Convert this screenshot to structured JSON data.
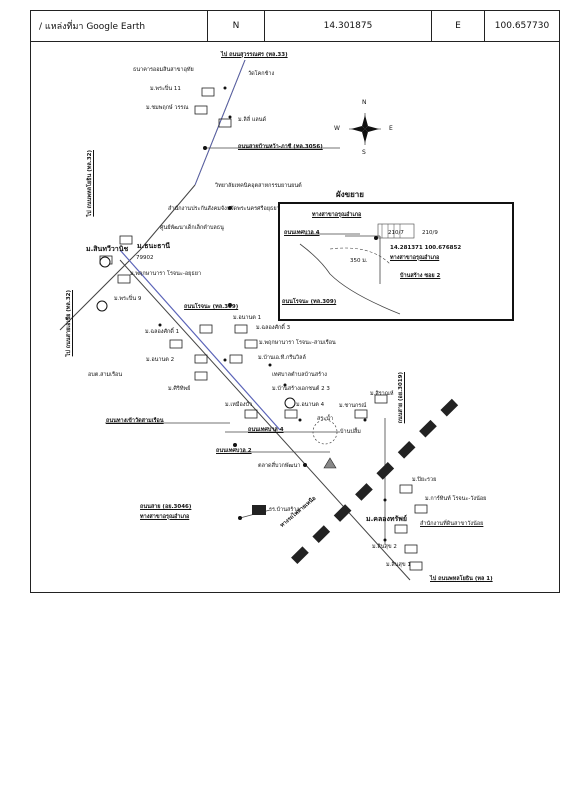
{
  "header": {
    "source_label": "/ แหล่งที่มา Google Earth",
    "n_label": "N",
    "n_value": "14.301875",
    "e_label": "E",
    "e_value": "100.657730"
  },
  "compass": {
    "n": "N",
    "s": "S",
    "e": "E",
    "w": "W"
  },
  "roads": {
    "top": "ไป ถนนสุวรรณศร (ทล.33)",
    "bantai": "ถนนสายบ้านหว้า-ภาชี (ทล.3056)",
    "left_vertical_1": "ไป ถนนพหลโยธิน (ทล.32)",
    "left_vertical_2": "ไป ถนนสายเอเชีย (ทล.32)",
    "rojana": "ถนนโรจนะ (ทล.309)",
    "wat_samruan": "ถนนทางเข้าวัดสามเรือน",
    "tesaban4": "ถนนเทศบาล 4",
    "tesaban2": "ถนนเทศบาล 2",
    "right_vertical": "ถนนสาย (อย.3019)",
    "rail": "ทางรถไฟสายเหนือ",
    "sai_3046": "ถนนสาย (อย.3046)",
    "branch_office": "ทางสาขาอรุณอำเภอ",
    "bottom": "ไป ถนนพหลโยธิน (ทล 1)"
  },
  "places": [
    {
      "name": "bank",
      "text": "ธนาคารออมสินสาขาอุทัย"
    },
    {
      "name": "wat",
      "text": "วัดโคกช้าง"
    },
    {
      "name": "village-1",
      "text": "ม.พระปิ่น 11"
    },
    {
      "name": "village-2",
      "text": "ม.ชมพฤกษ์ วรรณ"
    },
    {
      "name": "village-3",
      "text": "ม.ลิลี่ แลนด์"
    },
    {
      "name": "college",
      "text": "วิทยาลัยเทคนิคอุตสาหกรรมยานยนต์"
    },
    {
      "name": "province-office",
      "text": "สำนักงานประกันสังคมจังหวัดพระนครศรีอยุธยา"
    },
    {
      "name": "district-office",
      "text": "ศูนย์พัฒนาเด็กเล็กตำบลธนู"
    },
    {
      "name": "market",
      "text": "ม.สินทวีวานิช"
    },
    {
      "name": "thanu",
      "text": "ม.ธนะธานี"
    },
    {
      "name": "code",
      "text": "79902"
    },
    {
      "name": "pruksa-rojana",
      "text": "ม.พฤกษานารา โรจนะ-อยุธยา"
    },
    {
      "name": "prapin9",
      "text": "ม.พระปิ่น 9"
    },
    {
      "name": "anuthan1",
      "text": "ม.อนานต 1"
    },
    {
      "name": "khlang1",
      "text": "ม.ฉลองศักดิ์ 1"
    },
    {
      "name": "khlang3",
      "text": "ม.ฉลองศักดิ์ 3"
    },
    {
      "name": "pruksa-samruan",
      "text": "ม.พฤกษานารา โรจนะ-สามเรือน"
    },
    {
      "name": "anuthan2",
      "text": "ม.อนานต 2"
    },
    {
      "name": "baan-green",
      "text": "ม.บ้านเอ.ที.กรีนวิลล์"
    },
    {
      "name": "sirisap",
      "text": "ม.ศิริทิพย์"
    },
    {
      "name": "samruan-school",
      "text": "อบต.สามเรือน"
    },
    {
      "name": "tesaban-office",
      "text": "เทศบาลตำบลบ้านสร้าง"
    },
    {
      "name": "baan-sang",
      "text": "ม.บ้านสร้างเอกชนต์ 2 3"
    },
    {
      "name": "muang-thong",
      "text": "ม.เหมืองบัว"
    },
    {
      "name": "anuthan4",
      "text": "ม.อนานต 4"
    },
    {
      "name": "pond",
      "text": "สระน้ำ"
    },
    {
      "name": "baan-pluem",
      "text": "บ้านปลื้ม"
    },
    {
      "name": "chaiprok",
      "text": "ม.ชานกรณ์"
    },
    {
      "name": "sitarop",
      "text": "ม.สิราณห์"
    },
    {
      "name": "talad",
      "text": "ตลาดสี่บวกพัฒนา"
    },
    {
      "name": "school-bottom",
      "text": "รร.บ้านสร้าง"
    },
    {
      "name": "piriya",
      "text": "ม.ปิยะรวย"
    },
    {
      "name": "rojana-wangnoi",
      "text": "ม.การ์ทินท์ โรจนะ-วังน้อย"
    },
    {
      "name": "baan-sang-office",
      "text": "สำนักงานที่ดินสาขาวังน้อย"
    },
    {
      "name": "khlong",
      "text": "ม.คลองทรัพย์"
    },
    {
      "name": "sinsuk2",
      "text": "ม.สินสุข 2"
    },
    {
      "name": "sinsuk1",
      "text": "ม.สินสุข 1"
    }
  ],
  "inset": {
    "title": "ผังขยาย",
    "road_branch": "ทางสาขาอรุณอำเภอ",
    "road_tesaban4": "ถนนเทศบาล 4",
    "road_rojana": "ถนนโรจนะ (ทล.309)",
    "plot1": "210/7",
    "plot2": "210/9",
    "coords": "14.281371 100.676852",
    "soi": "บ้านสร้าง ซอย 2",
    "dist": "350 ม.",
    "branch_label": "ทางสาขาอรุณอำเภอ"
  }
}
